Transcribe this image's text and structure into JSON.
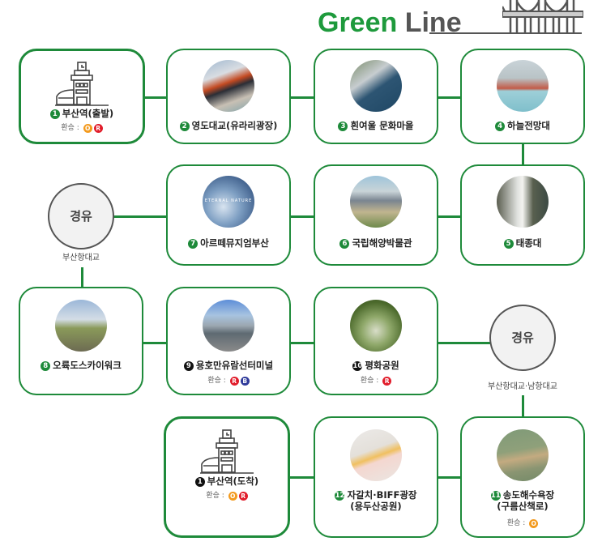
{
  "header": {
    "title_green": "Green",
    "title_line": "Line",
    "icon": "bridge-icon"
  },
  "colors": {
    "line_green": "#1e8a3a",
    "title_green": "#1e9a3c",
    "transfer_orange": "#f39a1e",
    "transfer_red": "#e11d2b",
    "transfer_blue": "#2f3a9a"
  },
  "transfer_label": "환승 :",
  "stops": [
    {
      "num": "1",
      "name": "부산역(출발)",
      "transfers": [
        "O",
        "R"
      ],
      "icon": "train-station-icon"
    },
    {
      "num": "2",
      "name": "영도대교(유라리광장)",
      "transfers": [],
      "photo": "bridge-photo"
    },
    {
      "num": "3",
      "name": "흰여울 문화마을",
      "transfers": [],
      "photo": "coastal-village-photo"
    },
    {
      "num": "4",
      "name": "하늘전망대",
      "transfers": [],
      "photo": "skywalk-photo"
    },
    {
      "num": "5",
      "name": "태종대",
      "transfers": [],
      "photo": "lighthouse-photo"
    },
    {
      "num": "6",
      "name": "국립해양박물관",
      "transfers": [],
      "photo": "museum-photo"
    },
    {
      "num": "7",
      "name": "아르떼뮤지엄부산",
      "transfers": [],
      "photo": "arte-museum-photo",
      "photo_text": "ETERNAL NATURE"
    },
    {
      "num": "8",
      "name": "오륙도스카이워크",
      "transfers": [],
      "photo": "cliff-skywalk-photo"
    },
    {
      "num": "9",
      "name": "용호만유람선터미널",
      "transfers": [
        "R",
        "B"
      ],
      "photo": "terminal-photo"
    },
    {
      "num": "10",
      "name": "평화공원",
      "transfers": [
        "R"
      ],
      "photo": "park-photo"
    },
    {
      "num": "11",
      "name_line1": "송도해수욕장",
      "name_line2": "(구름산책로)",
      "transfers": [
        "O"
      ],
      "photo": "beach-walkway-photo"
    },
    {
      "num": "12",
      "name_line1": "자갈치·BIFF광장",
      "name_line2": "(용두산공원)",
      "transfers": [],
      "photo": "map-photo"
    },
    {
      "num": "1",
      "name": "부산역(도착)",
      "transfers": [
        "O",
        "R"
      ],
      "icon": "train-station-icon"
    }
  ],
  "via": [
    {
      "label": "경유",
      "sub": "부산항대교"
    },
    {
      "label": "경유",
      "sub": "부산항대교·남항대교"
    }
  ]
}
